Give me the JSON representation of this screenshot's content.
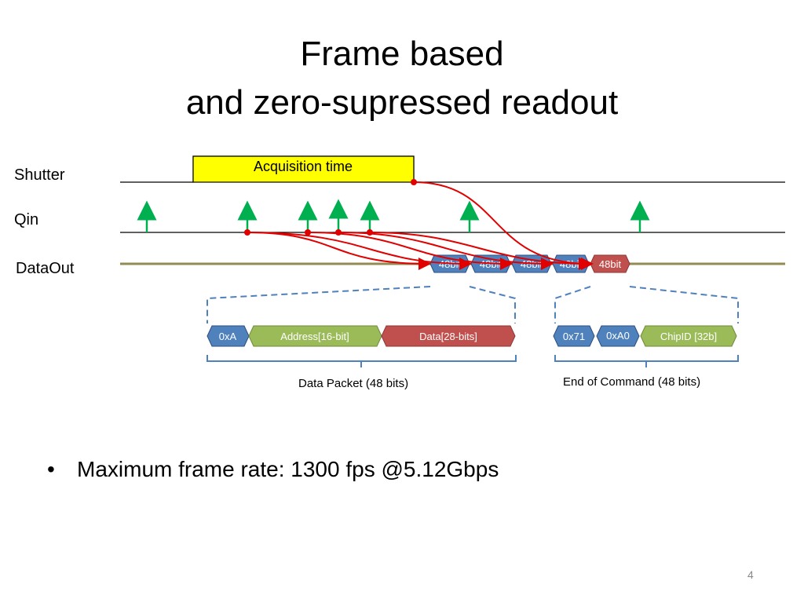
{
  "title": {
    "line1": "Frame based",
    "line2": "and zero-supressed readout"
  },
  "signals": {
    "shutter": "Shutter",
    "qin": "Qin",
    "dataout": "DataOut"
  },
  "acquisition_label": "Acquisition time",
  "dataout_packets": [
    "48bit",
    "48bit",
    "48bit",
    "48bit",
    "48bit"
  ],
  "data_packet": {
    "fields": [
      "0xA",
      "Address[16-bit]",
      "Data[28-bits]"
    ],
    "caption": "Data Packet (48 bits)"
  },
  "end_command": {
    "fields": [
      "0x71",
      "0xA0",
      "ChipID [32b]"
    ],
    "caption": "End of Command (48 bits)"
  },
  "bullet": "Maximum frame rate: 1300 fps @5.12Gbps",
  "page_number": "4",
  "colors": {
    "blue_packet": "#4f81bd",
    "red_packet": "#c0504d",
    "green_packet": "#9bbb59",
    "acq_fill": "#ffff00",
    "arrow_green": "#00b050",
    "connector_red": "#e00000",
    "dataout_line": "#948a54",
    "bracket": "#4f81bd"
  }
}
